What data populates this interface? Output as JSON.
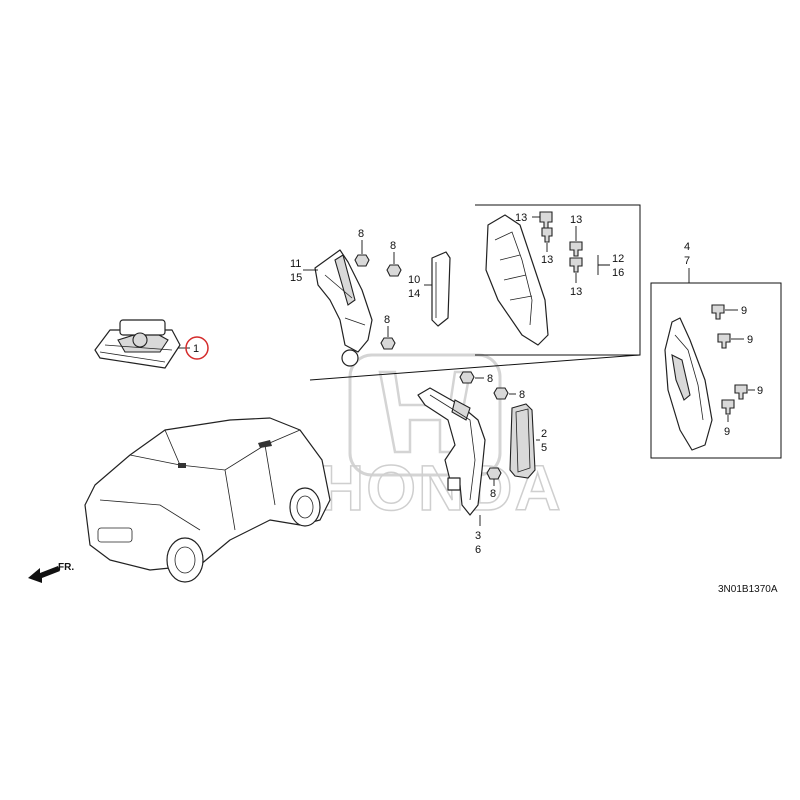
{
  "diagram": {
    "watermark": "HONDA",
    "diagram_code": "3N01B1370A",
    "front_arrow_label": "FR.",
    "callout_1": "1",
    "labels": {
      "n11": "11",
      "n15": "15",
      "n8a": "8",
      "n8b": "8",
      "n8c": "8",
      "n10": "10",
      "n14": "14",
      "n13a": "13",
      "n13b": "13",
      "n13c": "13",
      "n13d": "13",
      "n12": "12",
      "n16": "16",
      "n4": "4",
      "n7": "7",
      "n9a": "9",
      "n9b": "9",
      "n9c": "9",
      "n9d": "9",
      "n8d": "8",
      "n8e": "8",
      "n8f": "8",
      "n2": "2",
      "n5": "5",
      "n3": "3",
      "n6": "6"
    }
  }
}
